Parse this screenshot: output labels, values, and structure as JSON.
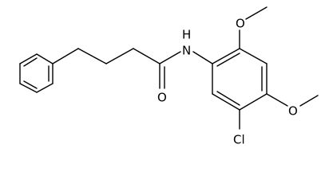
{
  "molecule": {
    "atoms": {
      "amide_n": "N",
      "amide_h": "H",
      "carbonyl_o": "O",
      "methoxy_o_top": "O",
      "methoxy_o_right": "O",
      "chlorine": "Cl"
    }
  }
}
